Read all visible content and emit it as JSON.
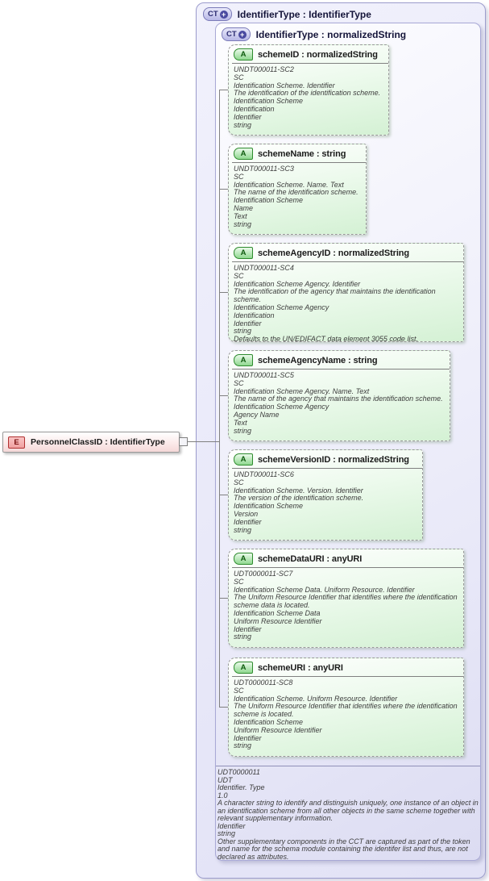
{
  "diagram": {
    "element": {
      "badge": "E",
      "label": "PersonnelClassID : IdentifierType"
    },
    "outer_type": {
      "badge": "CT",
      "label": "IdentifierType : IdentifierType"
    },
    "inner_type": {
      "badge": "CT",
      "label": "IdentifierType : normalizedString"
    },
    "attributes": [
      {
        "badge": "A",
        "label": "schemeID : normalizedString",
        "lines": [
          "UNDT000011-SC2",
          "SC",
          "Identification Scheme. Identifier",
          "The identification of the identification scheme.",
          "Identification Scheme",
          "Identification",
          "Identifier",
          "string"
        ]
      },
      {
        "badge": "A",
        "label": "schemeName : string",
        "lines": [
          "UNDT000011-SC3",
          "SC",
          "Identification Scheme. Name. Text",
          "The name of the identification scheme.",
          "Identification Scheme",
          "Name",
          "Text",
          "string"
        ]
      },
      {
        "badge": "A",
        "label": "schemeAgencyID : normalizedString",
        "lines": [
          "UNDT000011-SC4",
          "SC",
          "Identification Scheme Agency. Identifier",
          "The identification of the agency that maintains the identification scheme.",
          "Identification Scheme Agency",
          "Identification",
          "Identifier",
          "string",
          "Defaults to the UN/EDIFACT data element 3055 code list."
        ]
      },
      {
        "badge": "A",
        "label": "schemeAgencyName : string",
        "lines": [
          "UNDT000011-SC5",
          "SC",
          "Identification Scheme Agency. Name. Text",
          "The name of the agency that maintains the identification scheme.",
          "Identification Scheme Agency",
          "Agency Name",
          "Text",
          "string"
        ]
      },
      {
        "badge": "A",
        "label": "schemeVersionID : normalizedString",
        "lines": [
          "UNDT000011-SC6",
          "SC",
          "Identification Scheme. Version. Identifier",
          "The version of the identification scheme.",
          "Identification Scheme",
          "Version",
          "Identifier",
          "string"
        ]
      },
      {
        "badge": "A",
        "label": "schemeDataURI : anyURI",
        "lines": [
          "UDT0000011-SC7",
          "SC",
          "Identification Scheme Data. Uniform Resource. Identifier",
          "The Uniform Resource Identifier that identifies where the identification scheme data is located.",
          "Identification Scheme Data",
          "Uniform Resource Identifier",
          "Identifier",
          "string"
        ]
      },
      {
        "badge": "A",
        "label": "schemeURI : anyURI",
        "lines": [
          "UDT0000011-SC8",
          "SC",
          "Identification Scheme. Uniform Resource. Identifier",
          "The Uniform Resource Identifier that identifies where the identification scheme is located.",
          "Identification Scheme",
          "Uniform Resource Identifier",
          "Identifier",
          "string"
        ]
      }
    ],
    "footer_lines": [
      "UDT0000011",
      "UDT",
      "Identifier. Type",
      "1.0",
      "A character string to identify and distinguish uniquely, one instance of an object in an identification scheme from all other objects in the same scheme together with relevant supplementary information.",
      "Identifier",
      "string",
      "Other supplementary components in the CCT are captured as part of the token and name for the schema module containing the identifer list and thus, are not declared as attributes."
    ]
  },
  "icons": {
    "plus": "+"
  },
  "colors": {
    "outer_box_fill": "#e9e9f8",
    "outer_box_border": "#9c9ccd",
    "inner_box_border": "#a9a9d6",
    "attribute_fill": "#d4f1d4",
    "attribute_border_green": "#2e8b2e",
    "attribute_text_green": "#0f5c0f",
    "complex_type_navy": "#2b2b70",
    "element_badge_red": "#b03030",
    "element_fill_pink": "#f5d8d8",
    "connector_gray": "#808080",
    "annotation_gray": "#3c3c3c"
  }
}
